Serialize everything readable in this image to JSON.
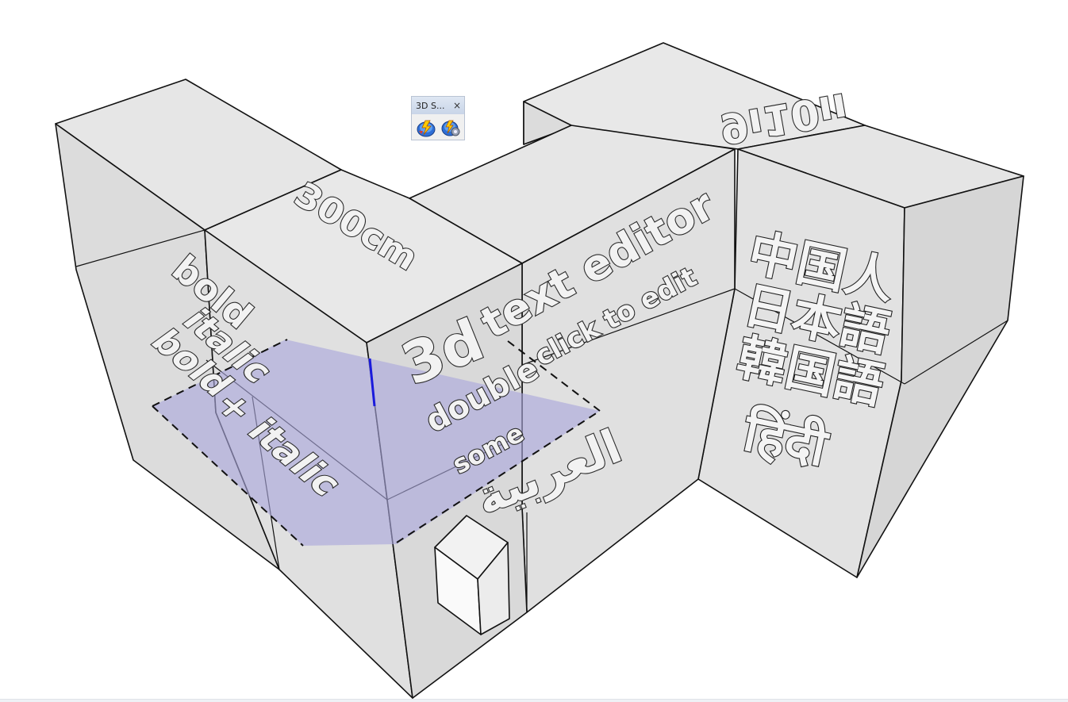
{
  "toolbar": {
    "title": "3D S...",
    "close_glyph": "×",
    "buttons": [
      {
        "name": "create-3d-text-icon",
        "tooltip": ""
      },
      {
        "name": "3d-text-settings-icon",
        "tooltip": ""
      }
    ]
  },
  "scene": {
    "texts": {
      "label_300cm": "300cm",
      "label_9_10": "9ı10ıı",
      "label_bold": "bold",
      "label_italic": "italic",
      "label_bold_italic_1": "bold",
      "label_bold_italic_2": "+ italic",
      "label_3d": "3d",
      "label_text_editor": "text editor",
      "label_click_to_edit": "click to edit",
      "label_double": "double",
      "label_some": "some",
      "label_arabic": "العربية",
      "label_cjk_1": "中国人",
      "label_cjk_2": "日本語",
      "label_cjk_3": "韓国語",
      "label_hindi": "हिंदी"
    },
    "colors": {
      "face_top": "#e6e6e6",
      "face_left": "#dedede",
      "face_right": "#d8d8d8",
      "section_plane": "#a9a6dc",
      "axis_blue": "#1a1adc"
    }
  }
}
